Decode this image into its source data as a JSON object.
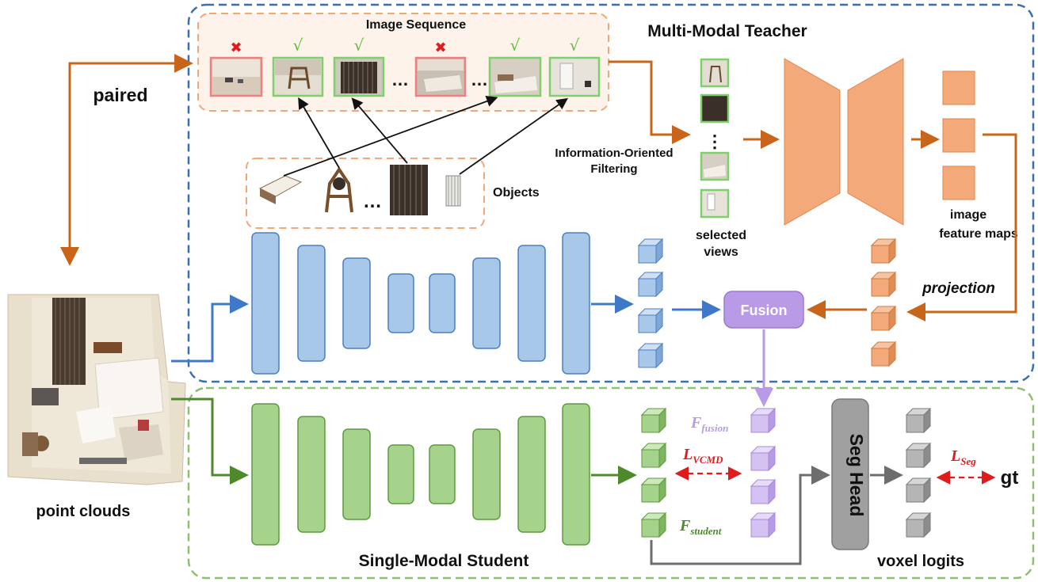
{
  "teacher": {
    "title": "Multi-Modal Teacher"
  },
  "student": {
    "title": "Single-Modal Student"
  },
  "input": {
    "paired_label": "paired",
    "pointcloud_label": "point clouds"
  },
  "image_sequence": {
    "title": "Image Sequence",
    "frames": [
      {
        "status": "rejected",
        "mark": "✖"
      },
      {
        "status": "selected",
        "mark": "√"
      },
      {
        "status": "selected",
        "mark": "√"
      },
      {
        "status": "ellipsis",
        "mark": "…"
      },
      {
        "status": "rejected",
        "mark": "✖"
      },
      {
        "status": "ellipsis",
        "mark": "…"
      },
      {
        "status": "selected",
        "mark": "√"
      },
      {
        "status": "selected",
        "mark": "√"
      }
    ],
    "ellipsis": "…"
  },
  "objects": {
    "label": "Objects",
    "ellipsis": "…"
  },
  "filtering": {
    "line1": "Information-Oriented",
    "line2": "Filtering"
  },
  "views": {
    "line1": "selected",
    "line2": "views",
    "ellipsis": "⋮"
  },
  "feature_maps": {
    "line1": "image",
    "line2": "feature maps"
  },
  "projection": {
    "label": "projection"
  },
  "fusion": {
    "label": "Fusion"
  },
  "seg_head": {
    "label": "Seg Head"
  },
  "voxel": {
    "label": "voxel logits"
  },
  "gt": {
    "label": "gt"
  },
  "losses": {
    "vcmd": {
      "main": "L",
      "sub": "VCMD"
    },
    "seg": {
      "main": "L",
      "sub": "Seg"
    }
  },
  "features": {
    "fusion": {
      "main": "F",
      "sub": "fusion"
    },
    "student": {
      "main": "F",
      "sub": "student"
    }
  },
  "colors": {
    "teacher_border": "#3a6fb0",
    "student_border": "#8fbf72",
    "orange_arrow": "#c8651b",
    "blue_block": "#a8c8ea",
    "green_block": "#a6d38b",
    "purple": "#b99ae6",
    "gray": "#9a9a9a",
    "loss_red": "#e01b1b"
  }
}
